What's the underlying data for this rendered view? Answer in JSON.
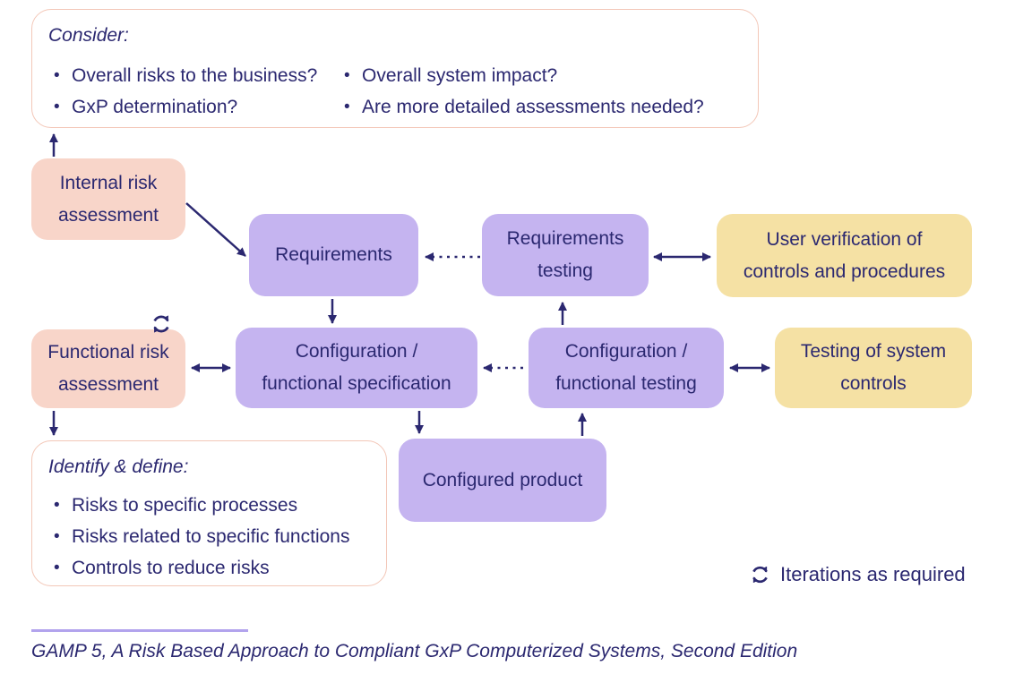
{
  "palette": {
    "text": "#2b2870",
    "arrow": "#2b2870",
    "pink_fill": "#f8d5c9",
    "purple_fill": "#c5b4f0",
    "yellow_fill": "#f5e1a4",
    "note_border": "#f3c7b8",
    "divider": "#b2a3ed"
  },
  "consider_note": {
    "title": "Consider:",
    "col1": [
      "Overall risks to the business?",
      "GxP determination?"
    ],
    "col2": [
      "Overall system impact?",
      "Are more detailed assessments needed?"
    ]
  },
  "boxes": {
    "internal_risk": {
      "label": "Internal risk assessment",
      "lines": [
        "Internal risk",
        "assessment"
      ]
    },
    "requirements": {
      "label": "Requirements",
      "lines": [
        "Requirements"
      ]
    },
    "requirements_testing": {
      "label": "Requirements testing",
      "lines": [
        "Requirements",
        "testing"
      ]
    },
    "user_verification": {
      "label": "User verification of controls and procedures",
      "lines": [
        "User verification of",
        "controls and procedures"
      ]
    },
    "functional_risk": {
      "label": "Functional risk assessment",
      "lines": [
        "Functional risk",
        "assessment"
      ]
    },
    "config_spec": {
      "label": "Configuration / functional specification",
      "lines": [
        "Configuration /",
        "functional specification"
      ]
    },
    "config_testing": {
      "label": "Configuration / functional testing",
      "lines": [
        "Configuration /",
        "functional testing"
      ]
    },
    "testing_controls": {
      "label": "Testing of system controls",
      "lines": [
        "Testing of system",
        "controls"
      ]
    },
    "configured_product": {
      "label": "Configured product",
      "lines": [
        "Configured product"
      ]
    }
  },
  "identify_note": {
    "title": "Identify & define:",
    "bullets": [
      "Risks to specific processes",
      "Risks related to specific functions",
      "Controls to reduce risks"
    ]
  },
  "legend": {
    "iterations_label": "Iterations as required"
  },
  "citation": {
    "text": "GAMP 5, A Risk Based Approach to Compliant GxP Computerized Systems, Second Edition"
  }
}
